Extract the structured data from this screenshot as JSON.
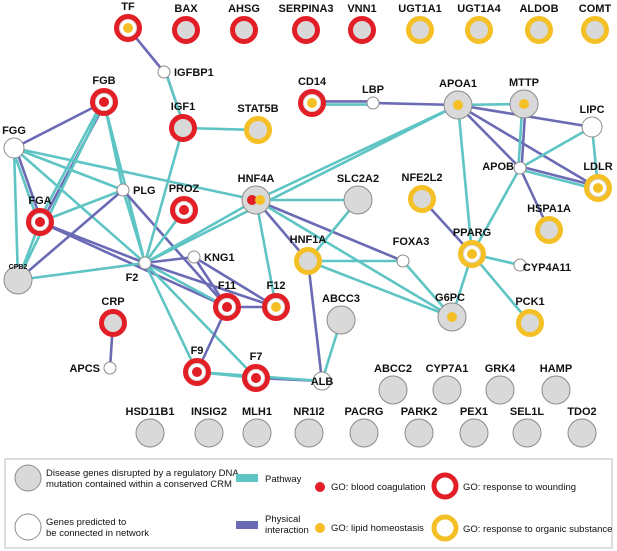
{
  "colors": {
    "pathway": "#5ec4c4",
    "physical": "#6b6bb5",
    "blood_coagulation": "#e21f26",
    "lipid_homeostasis": "#f4c025",
    "response_to_wounding": "#e21f26",
    "response_to_organic": "#f4c025",
    "disease_fill": "#d9d9d9",
    "predicted_fill": "#ffffff",
    "node_stroke": "#8c8c8c"
  },
  "nodes": [
    {
      "id": "TF",
      "label": "TF",
      "type": "disease",
      "ring": "red",
      "dot": "yellow"
    },
    {
      "id": "BAX",
      "label": "BAX",
      "type": "disease",
      "ring": "red",
      "dot": ""
    },
    {
      "id": "AHSG",
      "label": "AHSG",
      "type": "disease",
      "ring": "red",
      "dot": ""
    },
    {
      "id": "SERPINA3",
      "label": "SERPINA3",
      "type": "disease",
      "ring": "red",
      "dot": ""
    },
    {
      "id": "VNN1",
      "label": "VNN1",
      "type": "disease",
      "ring": "red",
      "dot": ""
    },
    {
      "id": "UGT1A1",
      "label": "UGT1A1",
      "type": "disease",
      "ring": "yellow",
      "dot": ""
    },
    {
      "id": "UGT1A4",
      "label": "UGT1A4",
      "type": "disease",
      "ring": "yellow",
      "dot": ""
    },
    {
      "id": "ALDOB",
      "label": "ALDOB",
      "type": "disease",
      "ring": "yellow",
      "dot": ""
    },
    {
      "id": "COMT",
      "label": "COMT",
      "type": "disease",
      "ring": "yellow",
      "dot": ""
    },
    {
      "id": "IGFBP1",
      "label": "IGFBP1",
      "type": "predicted",
      "ring": "",
      "dot": ""
    },
    {
      "id": "FGB",
      "label": "FGB",
      "type": "disease",
      "ring": "red",
      "dot": "red"
    },
    {
      "id": "IGF1",
      "label": "IGF1",
      "type": "disease",
      "ring": "red",
      "dot": ""
    },
    {
      "id": "CD14",
      "label": "CD14",
      "type": "disease",
      "ring": "red",
      "dot": "yellow"
    },
    {
      "id": "LBP",
      "label": "LBP",
      "type": "predicted",
      "ring": "",
      "dot": ""
    },
    {
      "id": "APOA1",
      "label": "APOA1",
      "type": "disease",
      "ring": "",
      "dot": "yellow"
    },
    {
      "id": "MTTP",
      "label": "MTTP",
      "type": "disease",
      "ring": "",
      "dot": "yellow"
    },
    {
      "id": "LIPC",
      "label": "LIPC",
      "type": "predicted",
      "ring": "",
      "dot": ""
    },
    {
      "id": "FGG",
      "label": "FGG",
      "type": "predicted",
      "ring": "",
      "dot": ""
    },
    {
      "id": "STAT5B",
      "label": "STAT5B",
      "type": "disease",
      "ring": "yellow",
      "dot": ""
    },
    {
      "id": "APOB",
      "label": "APOB",
      "type": "predicted",
      "ring": "",
      "dot": ""
    },
    {
      "id": "LDLR",
      "label": "LDLR",
      "type": "disease",
      "ring": "yellow",
      "dot": "yellow"
    },
    {
      "id": "HNF4A",
      "label": "HNF4A",
      "type": "disease",
      "ring": "",
      "dot": "split"
    },
    {
      "id": "PLG",
      "label": "PLG",
      "type": "predicted",
      "ring": "",
      "dot": ""
    },
    {
      "id": "PROZ",
      "label": "PROZ",
      "type": "disease",
      "ring": "red",
      "dot": "red"
    },
    {
      "id": "SLC2A2",
      "label": "SLC2A2",
      "type": "disease",
      "ring": "",
      "dot": ""
    },
    {
      "id": "NFE2L2",
      "label": "NFE2L2",
      "type": "disease",
      "ring": "yellow",
      "dot": ""
    },
    {
      "id": "HSPA1A",
      "label": "HSPA1A",
      "type": "disease",
      "ring": "yellow",
      "dot": ""
    },
    {
      "id": "FGA",
      "label": "FGA",
      "type": "disease",
      "ring": "red",
      "dot": "red"
    },
    {
      "id": "PPARG",
      "label": "PPARG",
      "type": "disease",
      "ring": "yellow",
      "dot": "yellow"
    },
    {
      "id": "HNF1A",
      "label": "HNF1A",
      "type": "disease",
      "ring": "yellow",
      "dot": ""
    },
    {
      "id": "KNG1",
      "label": "KNG1",
      "type": "predicted",
      "ring": "",
      "dot": ""
    },
    {
      "id": "FOXA3",
      "label": "FOXA3",
      "type": "predicted",
      "ring": "",
      "dot": ""
    },
    {
      "id": "CPB2",
      "label": "CPB2",
      "type": "disease",
      "ring": "",
      "dot": ""
    },
    {
      "id": "F2",
      "label": "F2",
      "type": "predicted",
      "ring": "",
      "dot": ""
    },
    {
      "id": "CYP4A11",
      "label": "CYP4A11",
      "type": "predicted",
      "ring": "",
      "dot": ""
    },
    {
      "id": "F11",
      "label": "F11",
      "type": "disease",
      "ring": "red",
      "dot": "red"
    },
    {
      "id": "F12",
      "label": "F12",
      "type": "disease",
      "ring": "red",
      "dot": "yellow"
    },
    {
      "id": "G6PC",
      "label": "G6PC",
      "type": "disease",
      "ring": "",
      "dot": "yellow"
    },
    {
      "id": "ABCC3",
      "label": "ABCC3",
      "type": "disease",
      "ring": "",
      "dot": ""
    },
    {
      "id": "CRP",
      "label": "CRP",
      "type": "disease",
      "ring": "red",
      "dot": ""
    },
    {
      "id": "PCK1",
      "label": "PCK1",
      "type": "disease",
      "ring": "yellow",
      "dot": ""
    },
    {
      "id": "APCS",
      "label": "APCS",
      "type": "predicted",
      "ring": "",
      "dot": ""
    },
    {
      "id": "F9",
      "label": "F9",
      "type": "disease",
      "ring": "red",
      "dot": "red"
    },
    {
      "id": "F7",
      "label": "F7",
      "type": "disease",
      "ring": "red",
      "dot": "red"
    },
    {
      "id": "ALB",
      "label": "ALB",
      "type": "predicted",
      "ring": "",
      "dot": ""
    },
    {
      "id": "ABCC2",
      "label": "ABCC2",
      "type": "disease",
      "ring": "",
      "dot": ""
    },
    {
      "id": "CYP7A1",
      "label": "CYP7A1",
      "type": "disease",
      "ring": "",
      "dot": ""
    },
    {
      "id": "GRK4",
      "label": "GRK4",
      "type": "disease",
      "ring": "",
      "dot": ""
    },
    {
      "id": "HAMP",
      "label": "HAMP",
      "type": "disease",
      "ring": "",
      "dot": ""
    },
    {
      "id": "HSD11B1",
      "label": "HSD11B1",
      "type": "disease",
      "ring": "",
      "dot": ""
    },
    {
      "id": "INSIG2",
      "label": "INSIG2",
      "type": "disease",
      "ring": "",
      "dot": ""
    },
    {
      "id": "MLH1",
      "label": "MLH1",
      "type": "disease",
      "ring": "",
      "dot": ""
    },
    {
      "id": "NR1I2",
      "label": "NR1I2",
      "type": "disease",
      "ring": "",
      "dot": ""
    },
    {
      "id": "PACRG",
      "label": "PACRG",
      "type": "disease",
      "ring": "",
      "dot": ""
    },
    {
      "id": "PARK2",
      "label": "PARK2",
      "type": "disease",
      "ring": "",
      "dot": ""
    },
    {
      "id": "PEX1",
      "label": "PEX1",
      "type": "disease",
      "ring": "",
      "dot": ""
    },
    {
      "id": "SEL1L",
      "label": "SEL1L",
      "type": "disease",
      "ring": "",
      "dot": ""
    },
    {
      "id": "TDO2",
      "label": "TDO2",
      "type": "disease",
      "ring": "",
      "dot": ""
    }
  ],
  "edges": [
    [
      "TF",
      "IGFBP1",
      "physical"
    ],
    [
      "IGFBP1",
      "IGF1",
      "physical"
    ],
    [
      "FGB",
      "FGG",
      "physical"
    ],
    [
      "FGB",
      "FGA",
      "physical"
    ],
    [
      "FGB",
      "PLG",
      "pathway"
    ],
    [
      "FGB",
      "F2",
      "pathway"
    ],
    [
      "FGB",
      "CPB2",
      "pathway"
    ],
    [
      "FGB",
      "FGA",
      "pathway"
    ],
    [
      "FGG",
      "FGA",
      "physical"
    ],
    [
      "FGG",
      "FGA",
      "pathway"
    ],
    [
      "FGG",
      "PLG",
      "pathway"
    ],
    [
      "FGG",
      "F2",
      "pathway"
    ],
    [
      "FGG",
      "CPB2",
      "pathway"
    ],
    [
      "FGG",
      "HNF4A",
      "pathway"
    ],
    [
      "FGA",
      "PLG",
      "pathway"
    ],
    [
      "FGA",
      "F2",
      "physical"
    ],
    [
      "FGA",
      "CPB2",
      "pathway"
    ],
    [
      "FGA",
      "F11",
      "physical"
    ],
    [
      "CPB2",
      "F2",
      "pathway"
    ],
    [
      "CPB2",
      "PLG",
      "physical"
    ],
    [
      "PLG",
      "F2",
      "pathway"
    ],
    [
      "PLG",
      "F11",
      "physical"
    ],
    [
      "IGF1",
      "STAT5B",
      "pathway"
    ],
    [
      "IGF1",
      "F2",
      "pathway"
    ],
    [
      "IGF1",
      "IGFBP1",
      "pathway"
    ],
    [
      "F2",
      "HNF4A",
      "pathway"
    ],
    [
      "F2",
      "KNG1",
      "physical"
    ],
    [
      "F2",
      "F11",
      "pathway"
    ],
    [
      "F2",
      "F12",
      "physical"
    ],
    [
      "F2",
      "F9",
      "pathway"
    ],
    [
      "F2",
      "F7",
      "pathway"
    ],
    [
      "F2",
      "PROZ",
      "pathway"
    ],
    [
      "F2",
      "APOA1",
      "pathway"
    ],
    [
      "KNG1",
      "F11",
      "physical"
    ],
    [
      "KNG1",
      "F12",
      "physical"
    ],
    [
      "F11",
      "F12",
      "physical"
    ],
    [
      "F11",
      "F9",
      "physical"
    ],
    [
      "F9",
      "F7",
      "pathway"
    ],
    [
      "F7",
      "ALB",
      "physical"
    ],
    [
      "F9",
      "ALB",
      "pathway"
    ],
    [
      "CRP",
      "APCS",
      "physical"
    ],
    [
      "CD14",
      "LBP",
      "physical"
    ],
    [
      "CD14",
      "LBP",
      "pathway"
    ],
    [
      "LBP",
      "APOA1",
      "physical"
    ],
    [
      "APOA1",
      "MTTP",
      "pathway"
    ],
    [
      "APOA1",
      "APOB",
      "physical"
    ],
    [
      "APOA1",
      "LIPC",
      "physical"
    ],
    [
      "APOA1",
      "PPARG",
      "pathway"
    ],
    [
      "APOA1",
      "HNF4A",
      "pathway"
    ],
    [
      "APOA1",
      "LDLR",
      "physical"
    ],
    [
      "MTTP",
      "APOB",
      "physical"
    ],
    [
      "MTTP",
      "APOB",
      "pathway"
    ],
    [
      "APOB",
      "LIPC",
      "pathway"
    ],
    [
      "APOB",
      "LDLR",
      "physical"
    ],
    [
      "APOB",
      "LDLR",
      "pathway"
    ],
    [
      "APOB",
      "HSPA1A",
      "physical"
    ],
    [
      "APOB",
      "PPARG",
      "pathway"
    ],
    [
      "LIPC",
      "LDLR",
      "pathway"
    ],
    [
      "HNF4A",
      "SLC2A2",
      "pathway"
    ],
    [
      "HNF4A",
      "HNF1A",
      "physical"
    ],
    [
      "HNF4A",
      "FOXA3",
      "physical"
    ],
    [
      "HNF4A",
      "G6PC",
      "pathway"
    ],
    [
      "HNF4A",
      "F12",
      "pathway"
    ],
    [
      "HNF1A",
      "FOXA3",
      "pathway"
    ],
    [
      "HNF1A",
      "G6PC",
      "pathway"
    ],
    [
      "HNF1A",
      "ALB",
      "physical"
    ],
    [
      "HNF1A",
      "SLC2A2",
      "pathway"
    ],
    [
      "FOXA3",
      "G6PC",
      "pathway"
    ],
    [
      "NFE2L2",
      "PPARG",
      "physical"
    ],
    [
      "PPARG",
      "CYP4A11",
      "pathway"
    ],
    [
      "PPARG",
      "PCK1",
      "pathway"
    ],
    [
      "PPARG",
      "G6PC",
      "pathway"
    ],
    [
      "ABCC3",
      "ALB",
      "pathway"
    ]
  ],
  "legend": {
    "disease_text": "Disease genes disrupted by a regulatory DNA mutation contained within a conserved CRM",
    "predicted_text_1": "Genes predicted to",
    "predicted_text_2": "be connected in network",
    "pathway_text": "Pathway",
    "physical_text_1": "Physical",
    "physical_text_2": "interaction",
    "go_blood": "GO: blood coagulation",
    "go_lipid": "GO: lipid homeostasis",
    "go_wounding": "GO: response to wounding",
    "go_organic": "GO: response to organic substance"
  }
}
